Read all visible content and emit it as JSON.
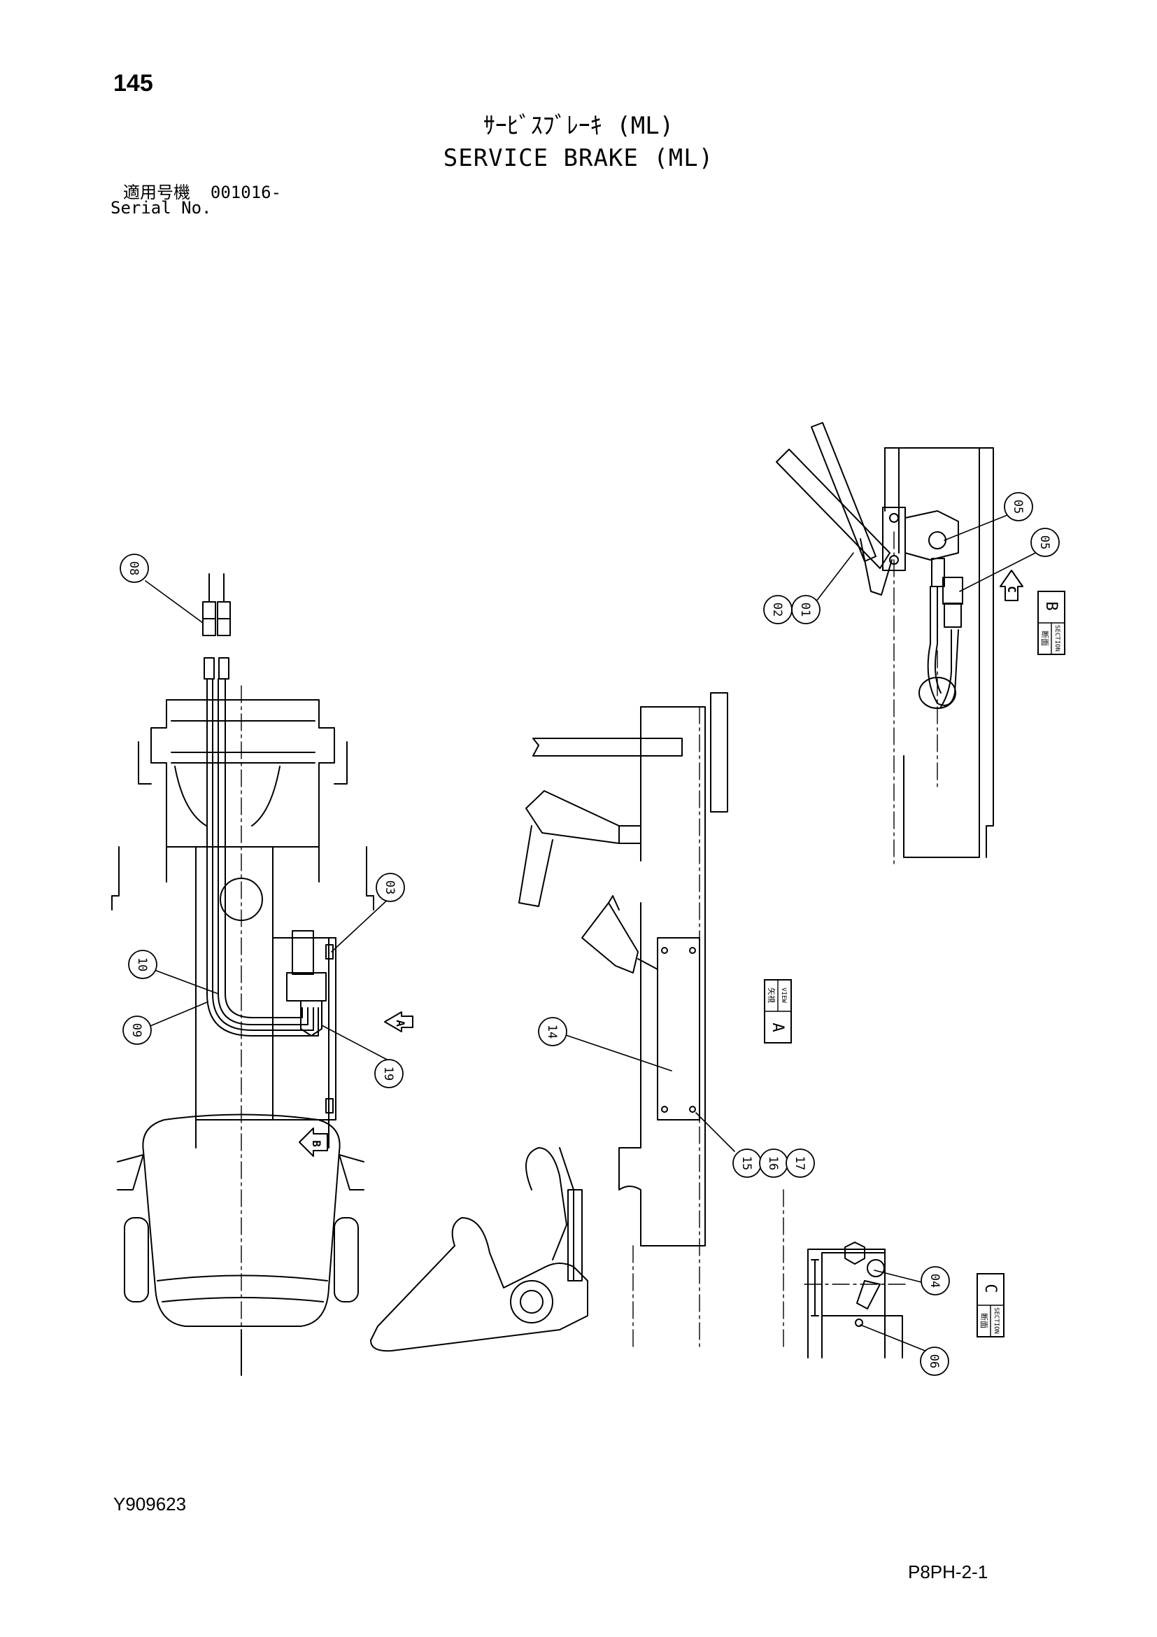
{
  "header": {
    "page_number": "145",
    "title_jp": "ｻｰﾋﾞｽﾌﾞﾚｰｷ (ML)",
    "title_en": "SERVICE BRAKE (ML)",
    "serial_label_jp": "適用号機",
    "serial_value": "001016-",
    "serial_label_en": "Serial No."
  },
  "footer": {
    "drawing_code": "Y909623",
    "sheet_code": "P8PH-2-1"
  },
  "diagram": {
    "part_callouts": [
      "08",
      "03",
      "10",
      "09",
      "19",
      "14",
      "15",
      "16",
      "17",
      "05",
      "05",
      "02",
      "01",
      "04",
      "06"
    ],
    "view_markers": [
      {
        "letter": "A"
      },
      {
        "letter": "B"
      },
      {
        "letter": "C"
      }
    ],
    "section_boxes": [
      {
        "kanji": "矢視",
        "label": "VIEW",
        "letter": "A"
      },
      {
        "kanji": "断面",
        "label": "SECTION",
        "letter": "B"
      },
      {
        "kanji": "断面",
        "label": "SECTION",
        "letter": "C"
      }
    ]
  }
}
